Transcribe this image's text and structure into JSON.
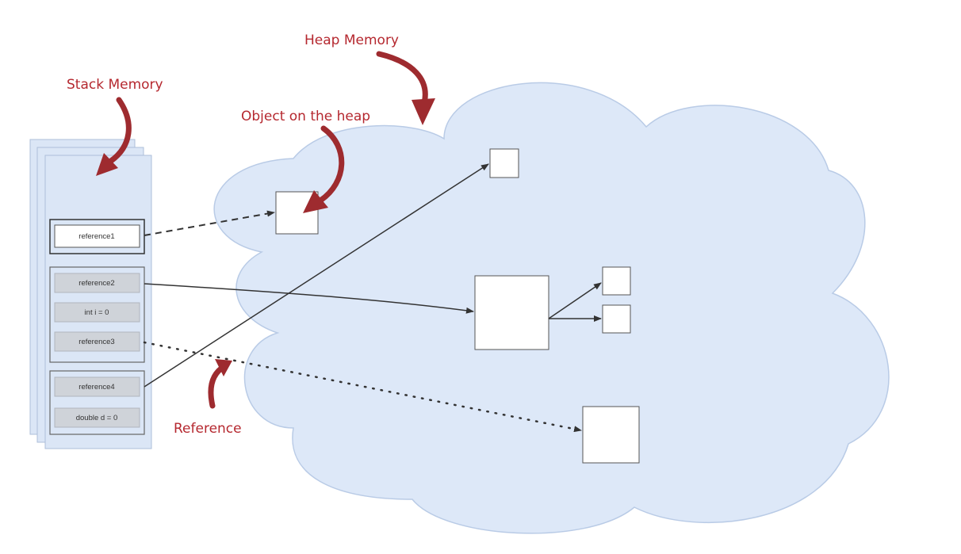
{
  "labels": {
    "heap_memory": "Heap Memory",
    "stack_memory": "Stack Memory",
    "object_on_heap": "Object on the heap",
    "reference": "Reference"
  },
  "stack": {
    "slots": {
      "reference1": "reference1",
      "reference2": "reference2",
      "int_i": "int i = 0",
      "reference3": "reference3",
      "reference4": "reference4",
      "double_d": "double d = 0"
    }
  },
  "colors": {
    "callout": "#b5282f",
    "heap_fill": "#dde8f8",
    "heap_stroke": "#b9cbe6",
    "stack_fill": "#dbe6f6",
    "slot_fill": "#cfd3d9",
    "arrow": "#333333"
  }
}
